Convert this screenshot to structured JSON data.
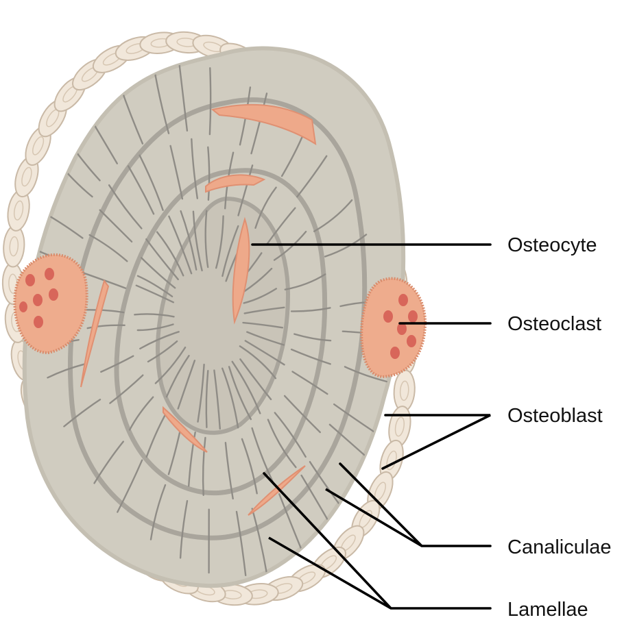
{
  "labels": {
    "osteocyte": "Osteocyte",
    "osteoclast": "Osteoclast",
    "osteoblast": "Osteoblast",
    "canaliculae": "Canaliculae",
    "lamellae": "Lamellae"
  },
  "colors": {
    "background": "#ffffff",
    "bone_matrix": "#d0ccc0",
    "central_matrix": "#c9c4b8",
    "canal_lines": "#8f8c86",
    "osteocyte_fill": "#eea98a",
    "osteoclast_fill": "#eeac8d",
    "osteoclast_nuclei": "#d8665a",
    "osteoblast_fill": "#f1e7da",
    "osteoblast_stroke": "#c9b9a6",
    "leader_lines": "#000000"
  }
}
